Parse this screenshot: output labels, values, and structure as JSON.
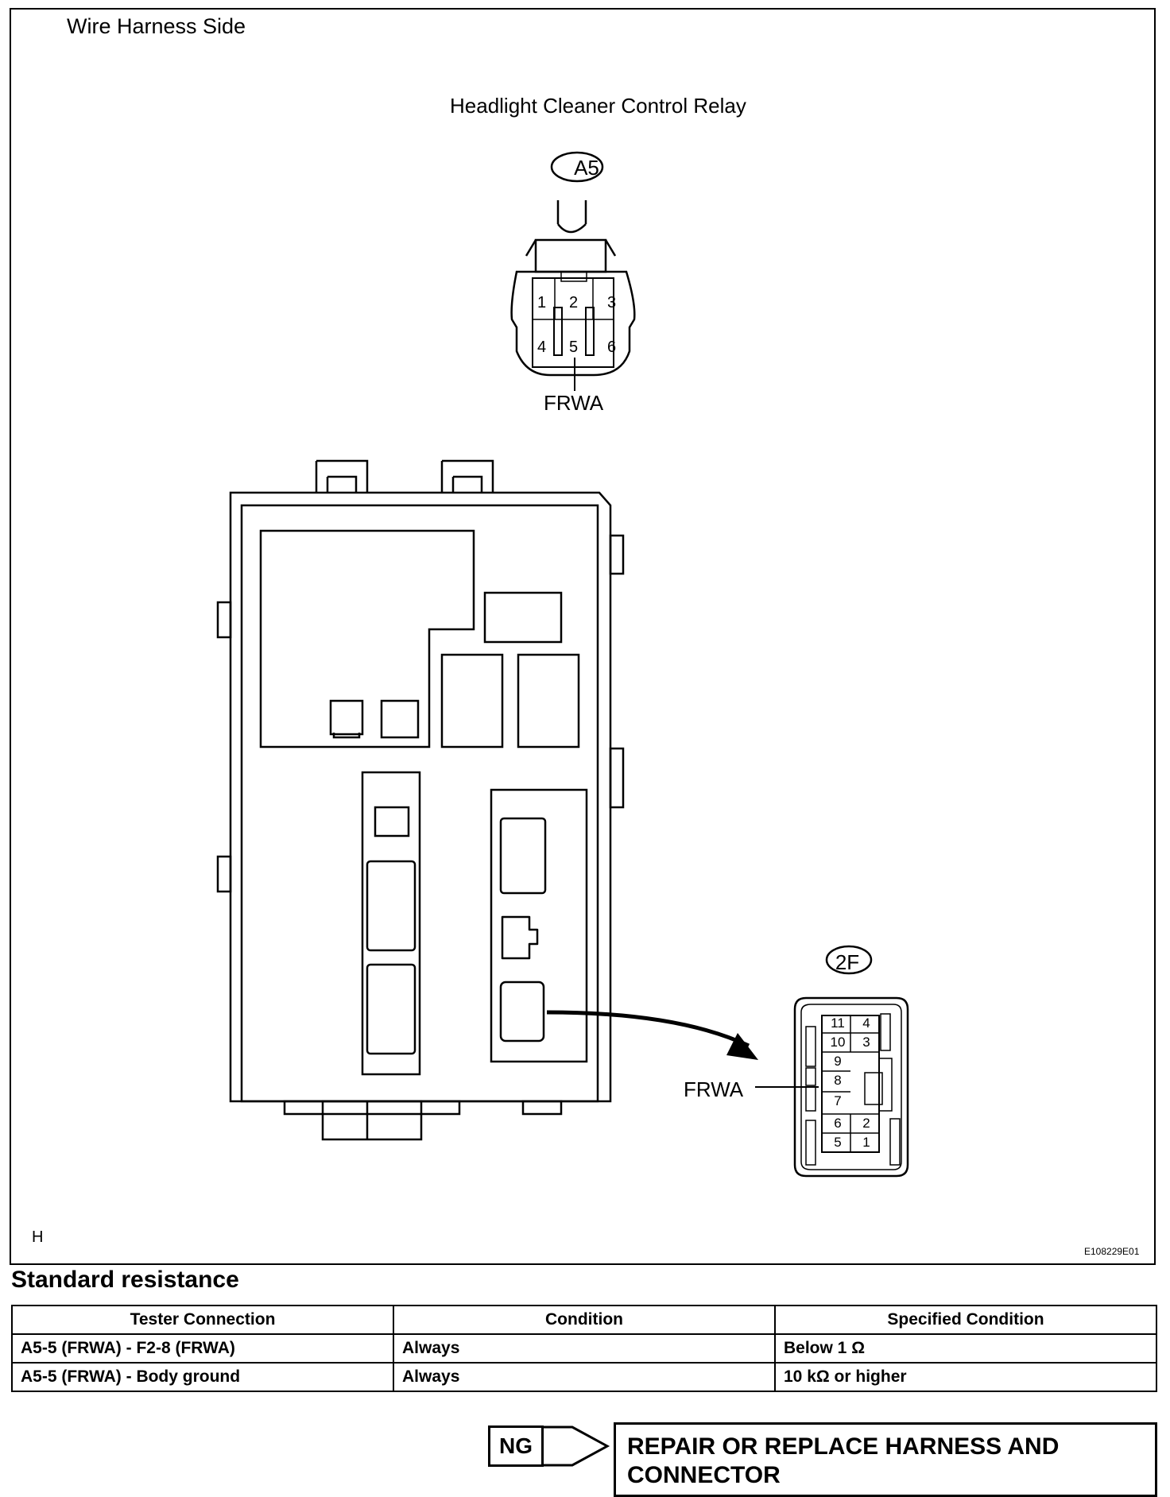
{
  "diagram": {
    "view_label": "Wire Harness Side",
    "relay_title": "Headlight Cleaner Control Relay",
    "connector_a5": {
      "id": "A5",
      "pins": [
        "1",
        "2",
        "3",
        "4",
        "5",
        "6"
      ],
      "wire_label": "FRWA"
    },
    "connector_2f": {
      "id": "2F",
      "pins_left": [
        "11",
        "10",
        "9",
        "8",
        "7",
        "6",
        "5"
      ],
      "pins_right": [
        "4",
        "3",
        "2",
        "1"
      ],
      "wire_label": "FRWA"
    },
    "corner_mark": "H",
    "figure_code": "E108229E01"
  },
  "standard_resistance": {
    "title": "Standard resistance",
    "headers": [
      "Tester Connection",
      "Condition",
      "Specified Condition"
    ],
    "rows": [
      [
        "A5-5 (FRWA) - F2-8 (FRWA)",
        "Always",
        "Below 1 Ω"
      ],
      [
        "A5-5 (FRWA) - Body ground",
        "Always",
        "10 kΩ or higher"
      ]
    ]
  },
  "result": {
    "ng_label": "NG",
    "action_line1": "REPAIR OR REPLACE HARNESS AND",
    "action_line2": "CONNECTOR"
  }
}
